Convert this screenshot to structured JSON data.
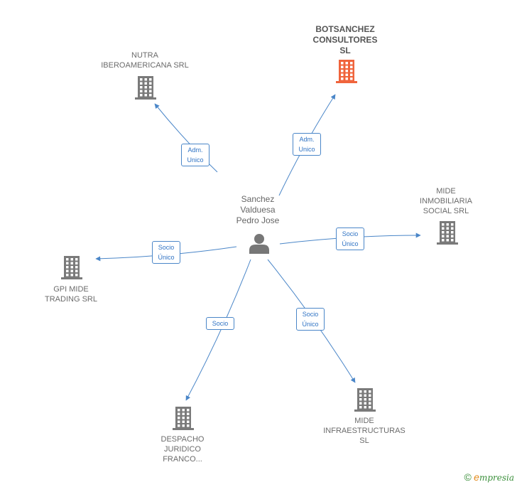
{
  "person": {
    "lines": [
      "Sanchez",
      "Valduesa",
      "Pedro Jose"
    ]
  },
  "companies": [
    {
      "id": "botsanchez",
      "lines": [
        "BOTSANCHEZ",
        "CONSULTORES",
        "SL"
      ],
      "highlight": true
    },
    {
      "id": "nutra",
      "lines": [
        "NUTRA",
        "IBEROAMERICANA SRL"
      ],
      "highlight": false
    },
    {
      "id": "mide-inmobiliaria",
      "lines": [
        "MIDE",
        "INMOBILIARIA",
        "SOCIAL SRL"
      ],
      "highlight": false
    },
    {
      "id": "gpi-mide",
      "lines": [
        "GPI MIDE",
        "TRADING SRL"
      ],
      "highlight": false
    },
    {
      "id": "despacho",
      "lines": [
        "DESPACHO",
        "JURIDICO",
        "FRANCO..."
      ],
      "highlight": false
    },
    {
      "id": "mide-infra",
      "lines": [
        "MIDE",
        "INFRAESTRUCTURAS",
        "SL"
      ],
      "highlight": false
    }
  ],
  "edges": [
    {
      "target": "nutra",
      "label": [
        "Adm.",
        "Unico"
      ]
    },
    {
      "target": "botsanchez",
      "label": [
        "Adm.",
        "Unico"
      ]
    },
    {
      "target": "mide-inmobiliaria",
      "label": [
        "Socio",
        "Único"
      ]
    },
    {
      "target": "gpi-mide",
      "label": [
        "Socio",
        "Único"
      ]
    },
    {
      "target": "despacho",
      "label": [
        "Socio"
      ]
    },
    {
      "target": "mide-infra",
      "label": [
        "Socio",
        "Único"
      ]
    }
  ],
  "colors": {
    "edge": "#4a86c8",
    "building": "#7a7a7a",
    "building_highlight": "#f0643c",
    "person": "#777777"
  },
  "footer": {
    "copyright_symbol": "©",
    "brand_first": "e",
    "brand_rest": "mpresia"
  }
}
